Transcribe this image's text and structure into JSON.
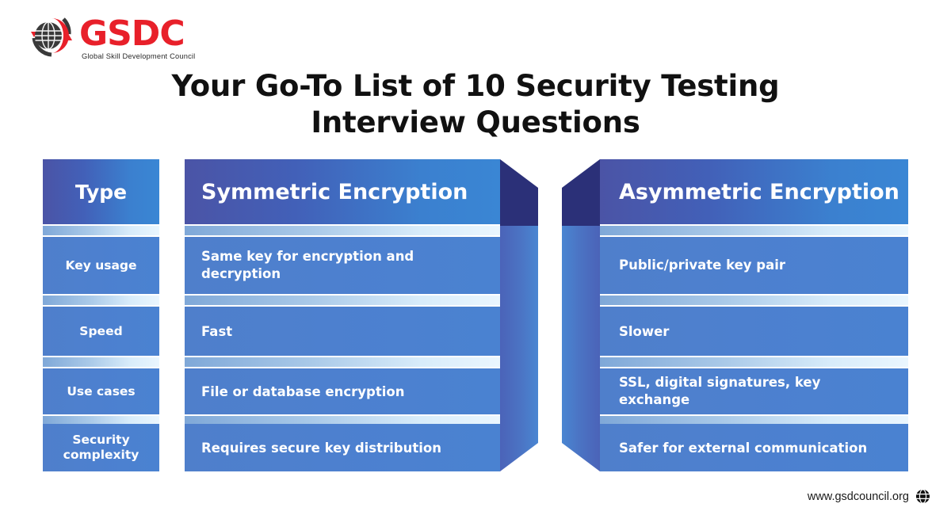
{
  "brand": {
    "logo_word": "GSDC",
    "logo_tagline": "Global Skill Development Council",
    "logo_icon": "globe-orbit-icon",
    "accent_red": "#e8202a",
    "accent_dark": "#2b2b2b"
  },
  "title": {
    "line1": "Your Go-To List of 10 Security Testing",
    "line2": "Interview Questions"
  },
  "colors": {
    "header_gradient_start": "#4b54a6",
    "header_gradient_end": "#3a86d4",
    "row_gradient_start": "#4f7fcb",
    "row_gradient_end": "#4a82d1",
    "divider_start": "#7fa8d8",
    "divider_end": "#eaf6fe",
    "side_dark": "#2b3078",
    "side_light": "#4b63b8",
    "text_on_blue": "#ffffff",
    "title_color": "#111111"
  },
  "table": {
    "columns": [
      {
        "key": "type",
        "header": "Type",
        "align": "center",
        "three_d": "none",
        "rows": [
          "Key usage",
          "Speed",
          "Use cases",
          "Security complexity"
        ]
      },
      {
        "key": "symmetric",
        "header": "Symmetric Encryption",
        "align": "left",
        "three_d": "right",
        "rows": [
          "Same key for encryption and decryption",
          "Fast",
          "File or database encryption",
          "Requires secure key distribution"
        ]
      },
      {
        "key": "asymmetric",
        "header": "Asymmetric Encryption",
        "align": "left",
        "three_d": "left",
        "rows": [
          "Public/private key pair",
          "Slower",
          "SSL, digital signatures, key exchange",
          "Safer for external communication"
        ]
      }
    ]
  },
  "footer": {
    "url": "www.gsdcouncil.org",
    "icon": "globe-icon"
  }
}
